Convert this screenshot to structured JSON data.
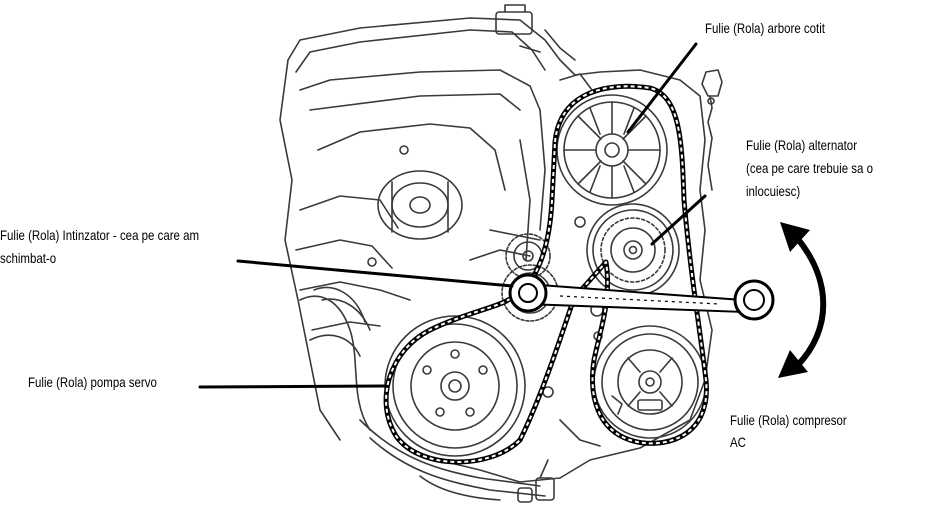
{
  "labels": {
    "crankshaft": "Fulie (Rola) arbore cotit",
    "alternator": {
      "line1": "Fulie (Rola) alternator",
      "line2": "(cea pe care trebuie sa o",
      "line3": "inlocuiesc)"
    },
    "tensioner": {
      "line1": "Fulie (Rola) Intinzator - cea pe care am",
      "line2": "schimbat-o"
    },
    "power_steering": "Fulie (Rola) pompa servo",
    "compressor": {
      "line1": "Fulie (Rola) compresor",
      "line2": "AC"
    }
  },
  "colors": {
    "ink": "#000000",
    "outline": "#3a3a3a",
    "background": "#ffffff"
  },
  "icons": {
    "rotation_arrow": "double-headed-curved-arrow",
    "tool": "ring-spanner"
  }
}
